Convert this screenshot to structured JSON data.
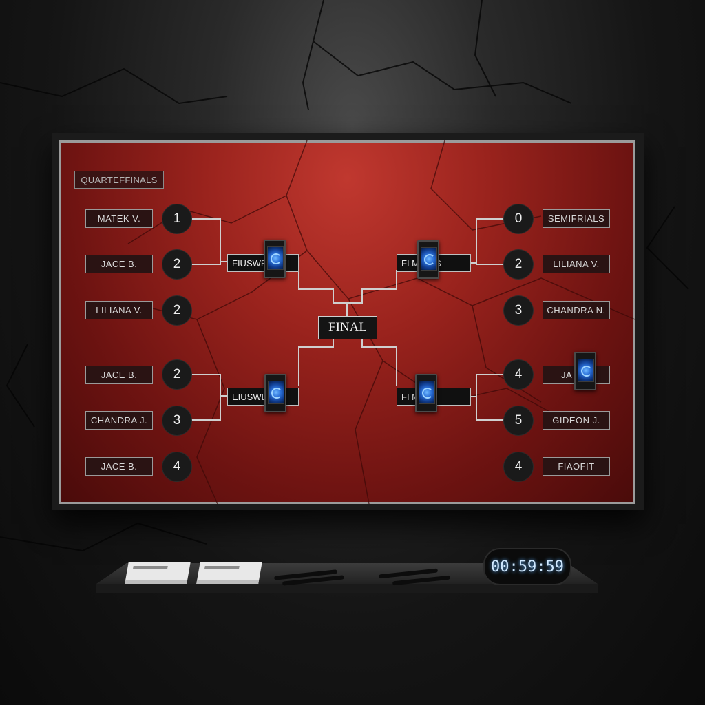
{
  "bracket": {
    "left_round_title": "QUARTEFFINALS",
    "right_round_title": "SEMIFRIALS",
    "final_label": "FINAL",
    "left_players": [
      {
        "name": "MATEK V.",
        "seed": "1"
      },
      {
        "name": "JACE B.",
        "seed": "2"
      },
      {
        "name": "LILIANA V.",
        "seed": "2"
      },
      {
        "name": "JACE B.",
        "seed": "2"
      },
      {
        "name": "CHANDRA J.",
        "seed": "3"
      },
      {
        "name": "JACE B.",
        "seed": "4"
      }
    ],
    "right_players": [
      {
        "name": "",
        "seed": "0"
      },
      {
        "name": "LILIANA V.",
        "seed": "2"
      },
      {
        "name": "CHANDRA N.",
        "seed": "3"
      },
      {
        "name": "JA",
        "seed": "4"
      },
      {
        "name": "GIDEON J.",
        "seed": "5"
      },
      {
        "name": "FIAOFIT",
        "seed": "4"
      }
    ],
    "winners": {
      "left_top": "FIUSWE",
      "left_bottom": "EIUSWE",
      "right_top": "FI MIAMS",
      "right_bottom": "FI MIMS"
    },
    "card_icon": "swirl-card-icon"
  },
  "shelf": {
    "timer": "00:59:59"
  },
  "colors": {
    "board_red": "#9a231d",
    "frame": "#9b9b9b",
    "timer_glow": "#5fb0ff"
  }
}
